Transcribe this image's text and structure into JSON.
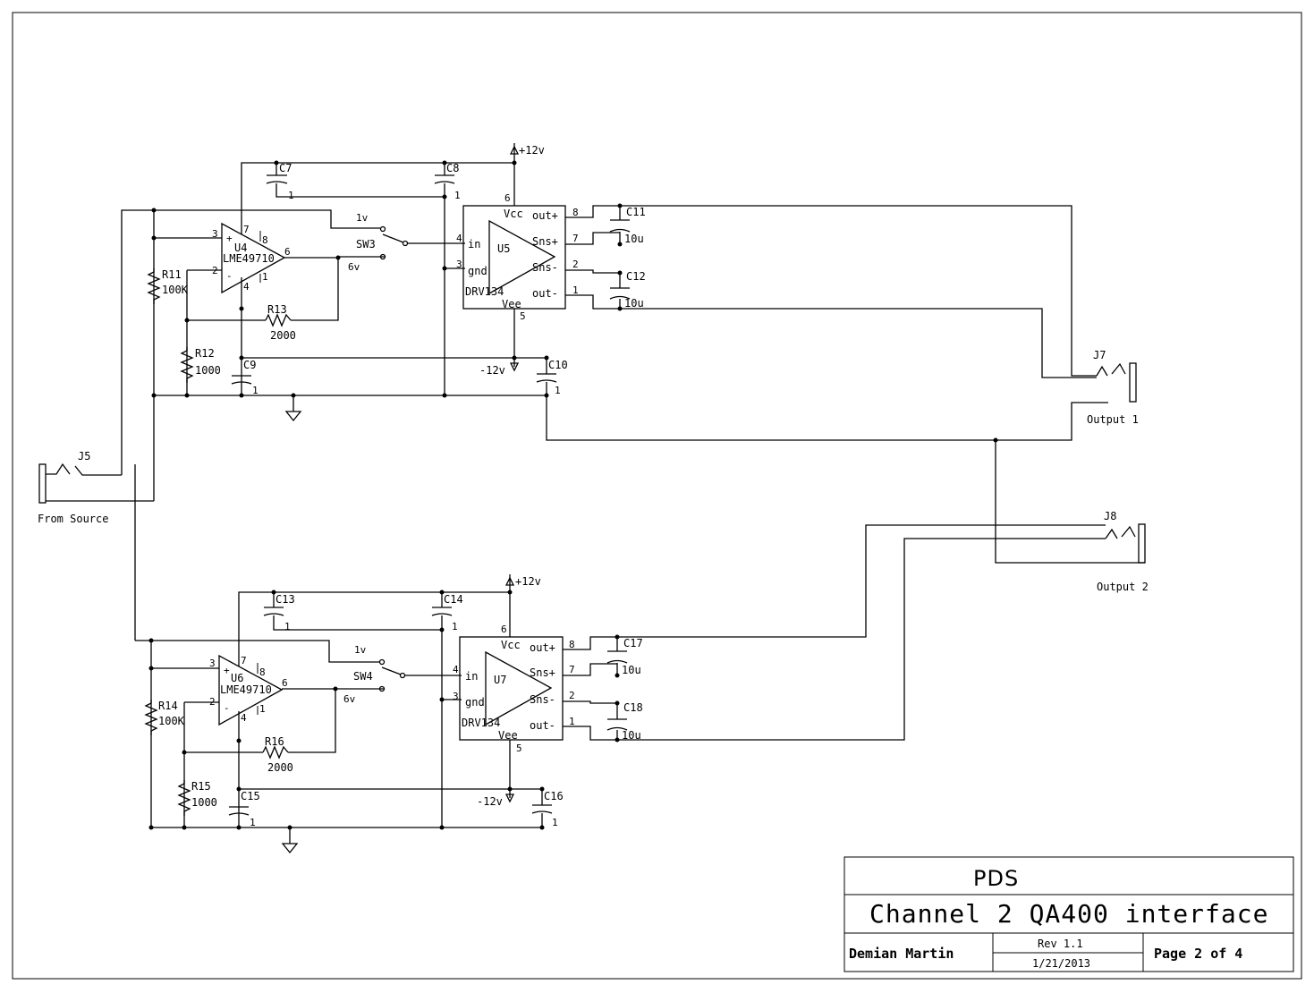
{
  "title_block": {
    "company": "PDS",
    "title": "Channel 2 QA400 interface",
    "author": "Demian Martin",
    "revision": "Rev 1.1",
    "date": "1/21/2013",
    "page": "Page 2 of 4"
  },
  "labels": {
    "from_source": "From Source",
    "output1": "Output 1",
    "output2": "Output 2",
    "vcc": "+12v",
    "vee": "-12v"
  },
  "components": {
    "J5": "J5",
    "J7": "J7",
    "J8": "J8",
    "U4": "U4",
    "U4_part": "LME49710",
    "U5": "U5",
    "U5_part": "DRV134",
    "U6": "U6",
    "U6_part": "LME49710",
    "U7": "U7",
    "U7_part": "DRV134",
    "SW3": "SW3",
    "SW4": "SW4",
    "sw_pos1": "1v",
    "sw_pos2": "6v",
    "R11": "R11",
    "R11_val": "100K",
    "R12": "R12",
    "R12_val": "1000",
    "R13": "R13",
    "R13_val": "2000",
    "R14": "R14",
    "R14_val": "100K",
    "R15": "R15",
    "R15_val": "1000",
    "R16": "R16",
    "R16_val": "2000",
    "C7": "C7",
    "C8": "C8",
    "C9": "C9",
    "C10": "C10",
    "C11": "C11",
    "C12": "C12",
    "C13": "C13",
    "C14": "C14",
    "C15": "C15",
    "C16": "C16",
    "C17": "C17",
    "C18": "C18",
    "cap_val": "10u"
  },
  "pins": {
    "drv_vcc": "Vcc",
    "drv_vee": "Vee",
    "drv_in": "in",
    "drv_gnd": "gnd",
    "drv_outp": "out+",
    "drv_snsp": "Sns+",
    "drv_snsm": "Sns-",
    "drv_outm": "out-",
    "one": "1"
  }
}
